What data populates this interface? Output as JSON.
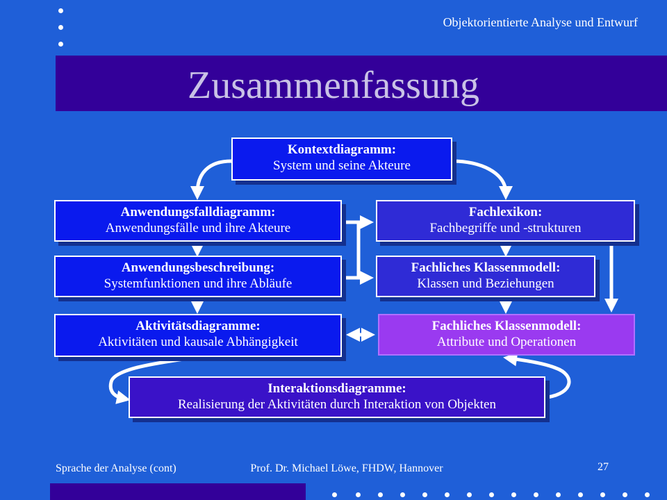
{
  "header": {
    "course": "Objektorientierte Analyse und Entwurf"
  },
  "title": "Zusammenfassung",
  "boxes": {
    "kontext": {
      "head": "Kontextdiagramm:",
      "sub": "System und seine Akteure"
    },
    "anwendungsfall": {
      "head": "Anwendungsfalldiagramm:",
      "sub": "Anwendungsfälle und ihre Akteure"
    },
    "fachlexikon": {
      "head": "Fachlexikon:",
      "sub": "Fachbegriffe und -strukturen"
    },
    "beschreibung": {
      "head": "Anwendungsbeschreibung:",
      "sub": "Systemfunktionen und ihre Abläufe"
    },
    "klassenmodell1": {
      "head": "Fachliches Klassenmodell:",
      "sub": "Klassen und Beziehungen"
    },
    "aktivitaet": {
      "head": "Aktivitätsdiagramme:",
      "sub": "Aktivitäten und kausale Abhängigkeit"
    },
    "klassenmodell2": {
      "head": "Fachliches Klassenmodell:",
      "sub": "Attribute und Operationen"
    },
    "interaktion": {
      "head": "Interaktionsdiagramme:",
      "sub": "Realisierung der Aktivitäten durch Interaktion von Objekten"
    }
  },
  "footer": {
    "left": "Sprache der Analyse (cont)",
    "center": "Prof. Dr. Michael Löwe, FHDW, Hannover",
    "page": "27"
  },
  "colors": {
    "background": "#1f5fd8",
    "title_bar": "#330099",
    "box_blue": "#0a1aee",
    "box_indigo": "#2f2bd6",
    "box_purple": "#9a3af0",
    "box_violet": "#3a12c8"
  }
}
